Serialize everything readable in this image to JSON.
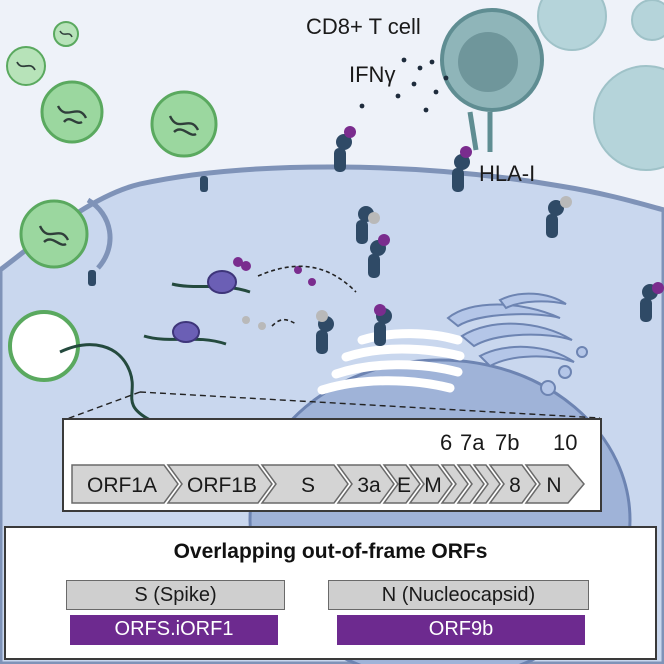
{
  "labels": {
    "tcell": "CD8+ T cell",
    "ifn": "IFNγ",
    "hla": "HLA-I"
  },
  "genome": {
    "numbers": [
      "6",
      "7a",
      "7b",
      "10"
    ],
    "genes": [
      "ORF1A",
      "ORF1B",
      "S",
      "3a",
      "E",
      "M",
      "8",
      "N"
    ]
  },
  "orfs": {
    "title": "Overlapping out-of-frame ORFs",
    "left_host": "S (Spike)",
    "left_orf": "ORFS.iORF1",
    "right_host": "N (Nucleocapsid)",
    "right_orf": "ORF9b"
  },
  "colors": {
    "virus": "#8fcf93",
    "cell": "#c9d7ee",
    "nucleus": "#9fb3d8",
    "tcell": "#8fb5b9",
    "peptide": "#7a2c8e",
    "orf_bar": "#6d2a8f"
  }
}
